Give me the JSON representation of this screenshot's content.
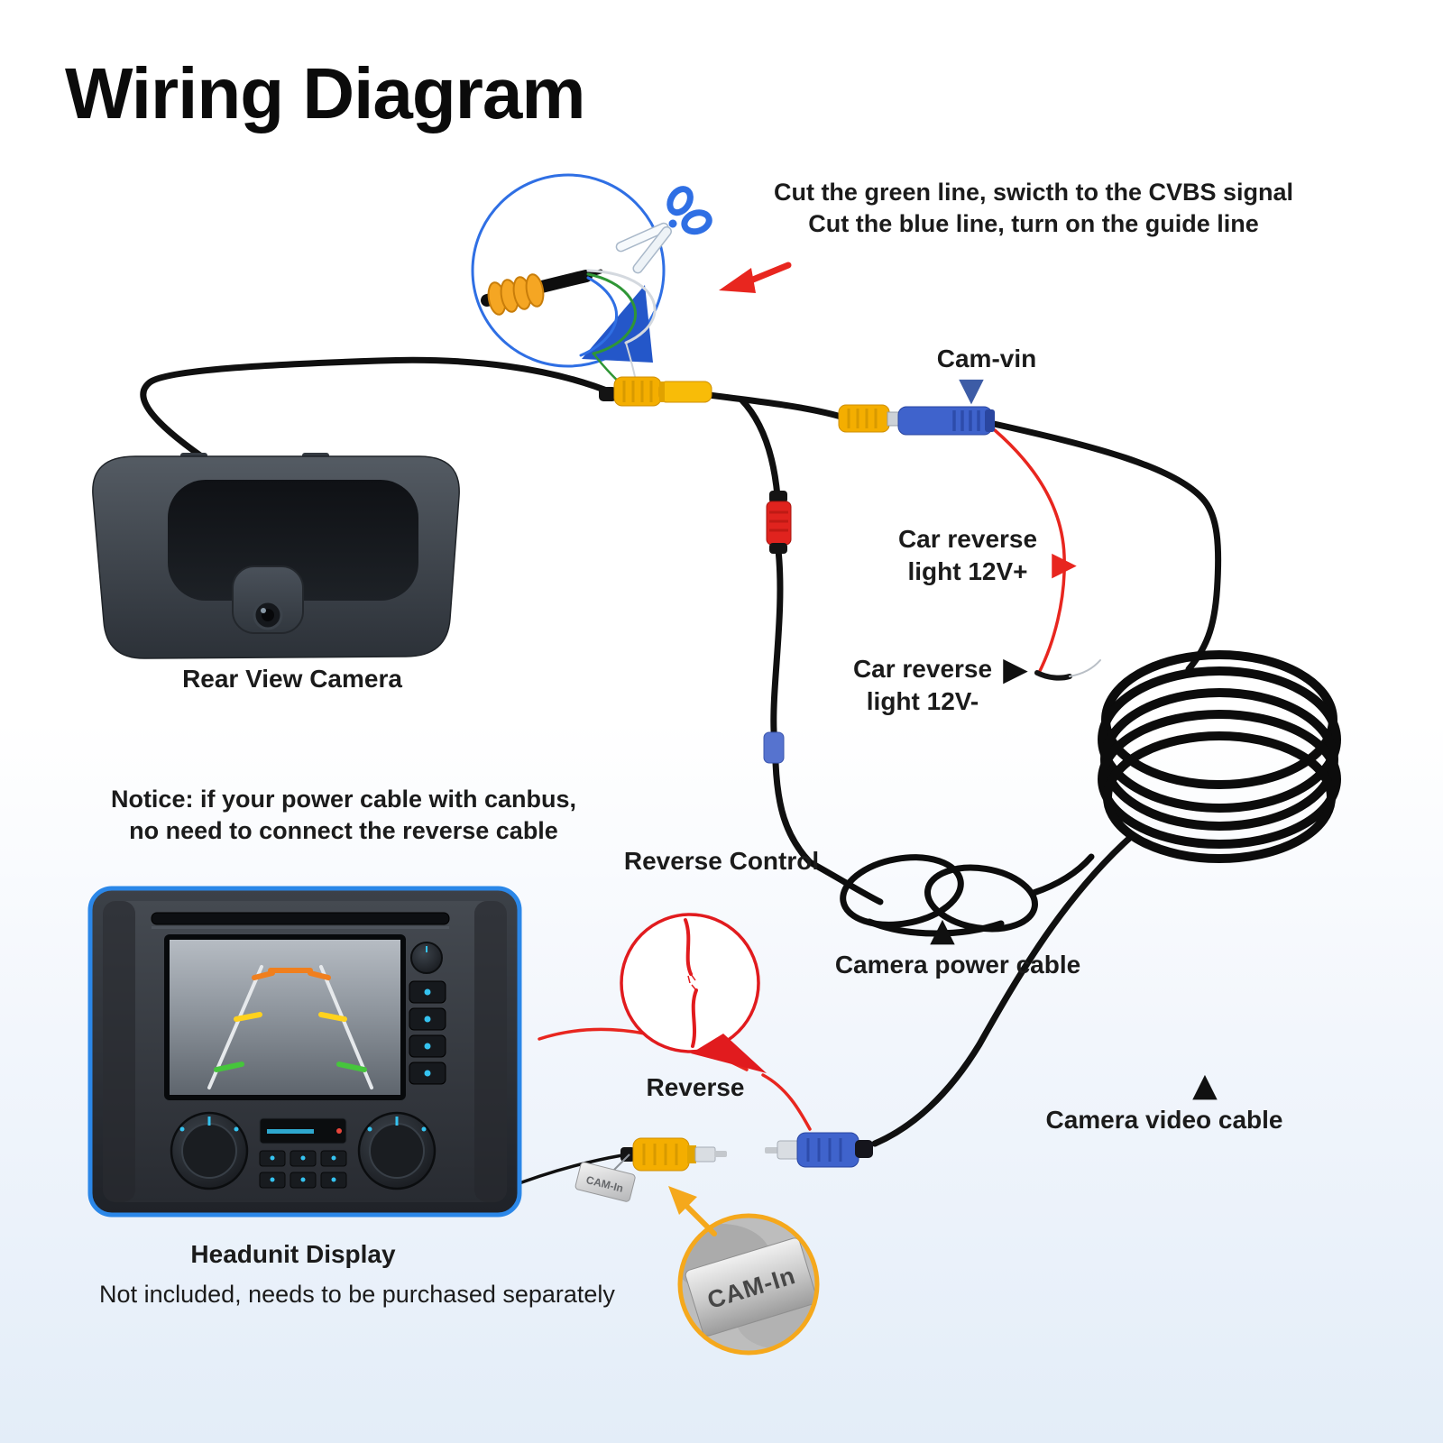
{
  "title": "Wiring Diagram",
  "cut_note": {
    "line1": "Cut the green line, swicth to the CVBS signal",
    "line2": "Cut the blue line, turn on the guide line"
  },
  "labels": {
    "cam_vin": "Cam-vin",
    "rear_view_camera": "Rear View Camera",
    "reverse_light_pos_line1": "Car reverse",
    "reverse_light_pos_line2": "light 12V+",
    "reverse_light_neg_line1": "Car reverse",
    "reverse_light_neg_line2": "light 12V-",
    "notice_line1": "Notice: if your power cable with canbus,",
    "notice_line2": "no need to connect the reverse cable",
    "reverse_control": "Reverse Control",
    "reverse": "Reverse",
    "camera_power_cable": "Camera power cable",
    "camera_video_cable": "Camera video cable",
    "headunit_display": "Headunit Display",
    "headunit_note": "Not included, needs to be purchased separately",
    "cam_in_tag": "CAM-In",
    "cam_in_zoom": "CAM-In"
  },
  "markers": {
    "cam_vin": "▼",
    "reverse_light_pos": "▶",
    "reverse_light_neg": "▶",
    "camera_power": "▲",
    "camera_video": "▲"
  },
  "colors": {
    "accent_blue": "#2f6fe4",
    "wedge_blue": "#2457c9",
    "connector_yellow": "#f4ae00",
    "connector_blue": "#3f63cc",
    "signal_red": "#e8261f",
    "zoom_ring_yellow": "#f5a81c",
    "headunit_border": "#2b87e8",
    "cable_black": "#101010",
    "wire_green": "#2f9636"
  }
}
